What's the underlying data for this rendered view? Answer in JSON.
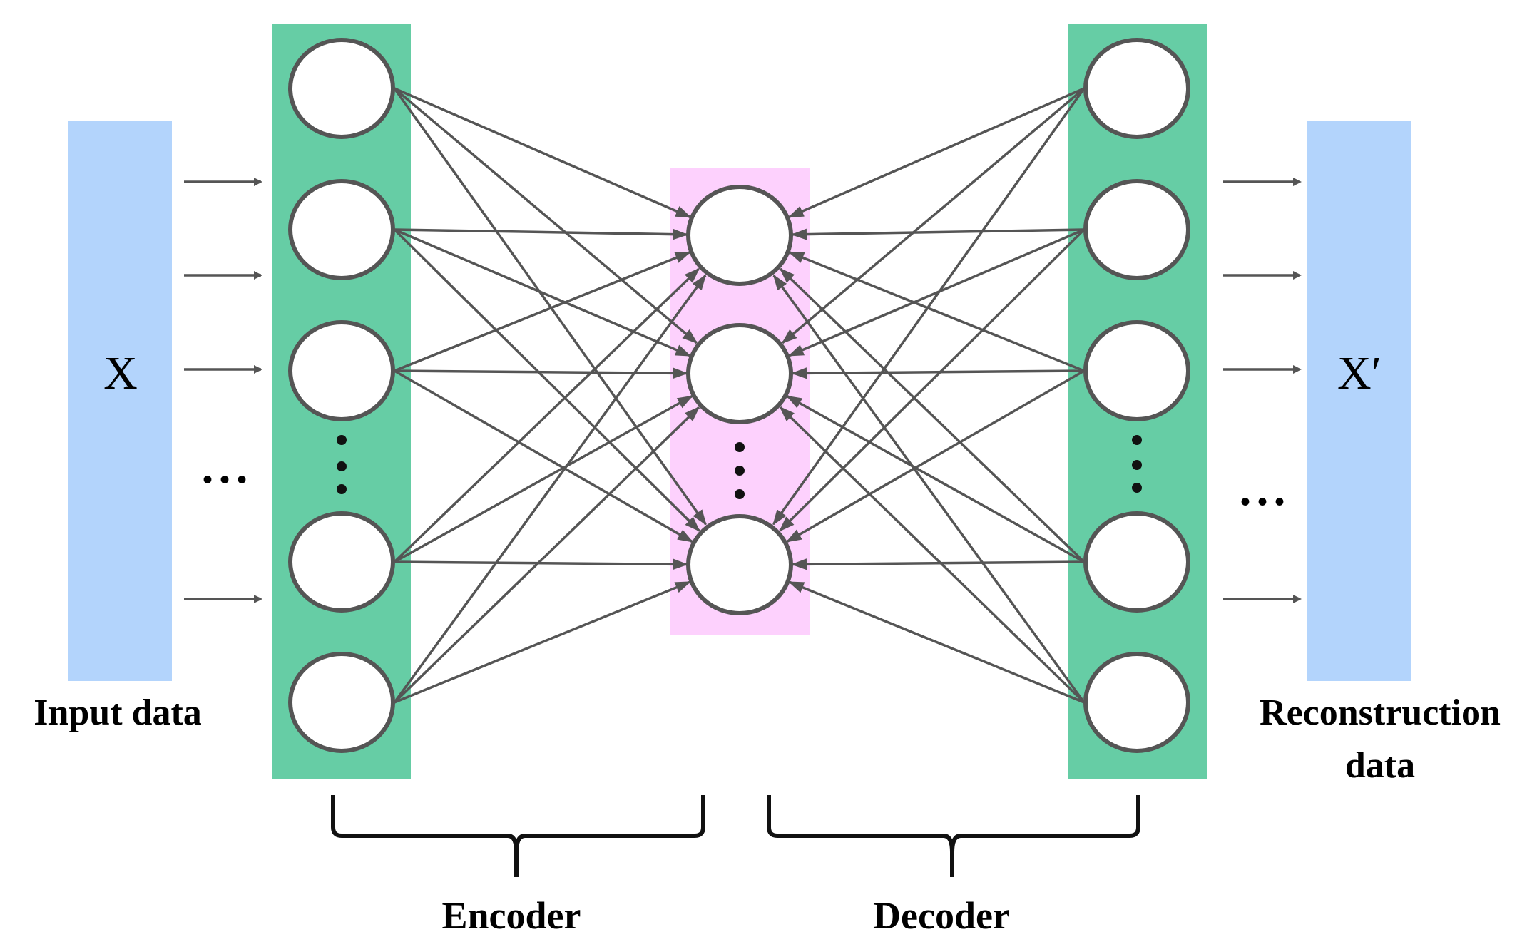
{
  "input": {
    "symbol": "X",
    "label": "Input data",
    "color": "#b3d4fc"
  },
  "output": {
    "symbol": "X′",
    "label_line1": "Reconstruction",
    "label_line2": "data",
    "color": "#b3d4fc"
  },
  "encoder_label": "Encoder",
  "decoder_label": "Decoder",
  "ellipsis": "• • •",
  "colors": {
    "hidden_layer": "#66cda5",
    "latent_layer": "#fdd1fd",
    "edge": "#555555",
    "node_stroke": "#555555",
    "node_fill": "#ffffff"
  },
  "layers": {
    "encoder_nodes": 5,
    "latent_nodes": 3,
    "decoder_nodes": 5
  }
}
